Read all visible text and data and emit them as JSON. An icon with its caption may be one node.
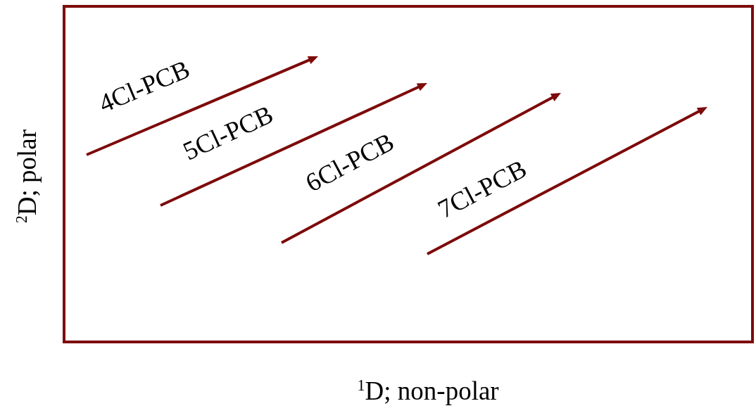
{
  "diagram": {
    "labels": [
      "4Cl-PCB",
      "5Cl-PCB",
      "6Cl-PCB",
      "7Cl-PCB",
      "$^{2}$D; polar",
      "$^{1}$D; non-polar"
    ]
  }
}
